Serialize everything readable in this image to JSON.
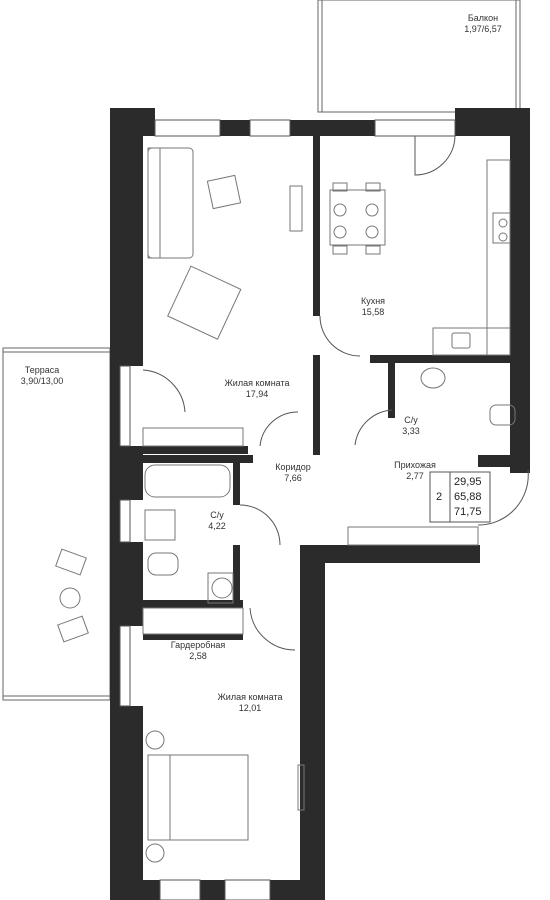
{
  "balcony": {
    "name": "Балкон",
    "area": "1,97/6,57"
  },
  "terrace": {
    "name": "Терраса",
    "area": "3,90/13,00"
  },
  "rooms": {
    "living1": {
      "name": "Жилая комната",
      "area": "17,94"
    },
    "kitchen": {
      "name": "Кухня",
      "area": "15,58"
    },
    "bath_small": {
      "name": "С/у",
      "area": "3,33"
    },
    "corridor": {
      "name": "Коридор",
      "area": "7,66"
    },
    "hall": {
      "name": "Прихожая",
      "area": "2,77"
    },
    "bath_big": {
      "name": "С/у",
      "area": "4,22"
    },
    "wardrobe": {
      "name": "Гардеробная",
      "area": "2,58"
    },
    "living2": {
      "name": "Жилая комната",
      "area": "12,01"
    }
  },
  "summary": {
    "rooms_count": "2",
    "living_area": "29,95",
    "area": "65,88",
    "total_area": "71,75"
  },
  "colors": {
    "wall": "#2b2b2b",
    "line": "#555555",
    "fixture": "#777777"
  }
}
